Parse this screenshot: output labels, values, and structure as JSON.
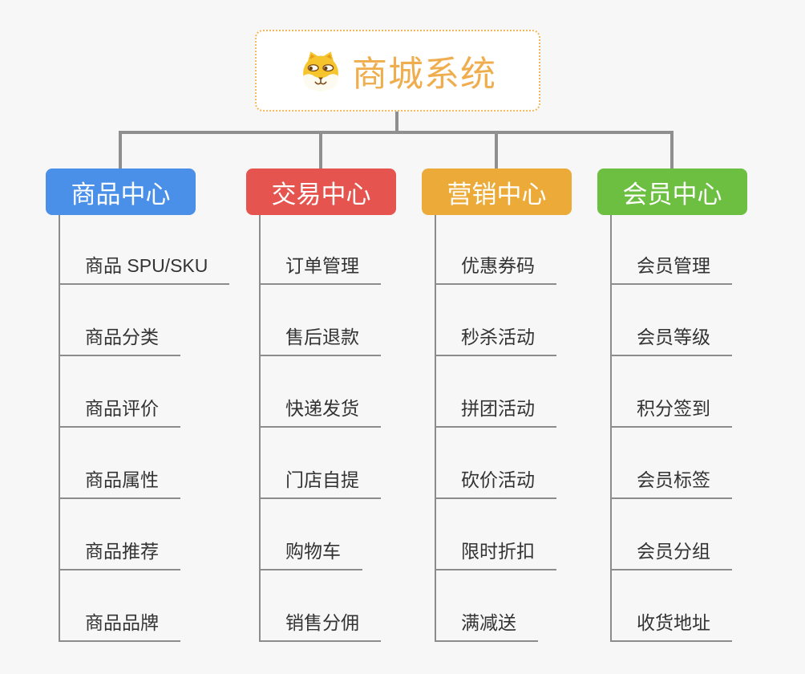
{
  "app": {
    "background_color": "#f7f7f8",
    "connector_color": "#8f8f8f",
    "leaf_line_color": "#8c8c8c"
  },
  "root": {
    "title": "商城系统",
    "icon": "dog-face-icon",
    "title_color": "#f0ad4e",
    "border_color": "#f2b85e"
  },
  "branches": [
    {
      "label": "商品中心",
      "color": "#4a90e8",
      "children": [
        "商品 SPU/SKU",
        "商品分类",
        "商品评价",
        "商品属性",
        "商品推荐",
        "商品品牌"
      ]
    },
    {
      "label": "交易中心",
      "color": "#e5544f",
      "children": [
        "订单管理",
        "售后退款",
        "快递发货",
        "门店自提",
        "购物车",
        "销售分佣"
      ]
    },
    {
      "label": "营销中心",
      "color": "#ecaa38",
      "children": [
        "优惠券码",
        "秒杀活动",
        "拼团活动",
        "砍价活动",
        "限时折扣",
        "满减送"
      ]
    },
    {
      "label": "会员中心",
      "color": "#6cbf40",
      "children": [
        "会员管理",
        "会员等级",
        "积分签到",
        "会员标签",
        "会员分组",
        "收货地址"
      ]
    }
  ]
}
